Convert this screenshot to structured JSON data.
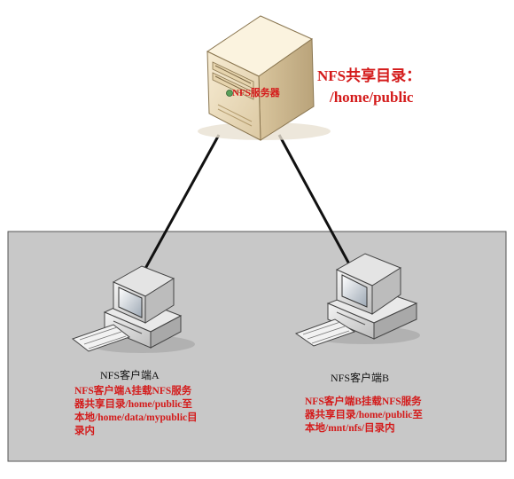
{
  "server": {
    "label": "NFS服务器",
    "share_title": "NFS共享目录：",
    "share_path": "/home/public"
  },
  "clients": [
    {
      "name": "NFS客户端A",
      "description": "NFS客户端A挂载NFS服务\n器共享目录/home/public至\n本地/home/data/mypublic目\n录内"
    },
    {
      "name": "NFS客户端B",
      "description": "NFS客户端B挂载NFS服务\n器共享目录/home/public至\n本地/mnt/nfs/目录内"
    }
  ],
  "colors": {
    "annotation_red": "#d41b1b",
    "network_zone_fill": "#c8c8c8",
    "server_body": "#efe2c6",
    "link_line": "#111111"
  }
}
